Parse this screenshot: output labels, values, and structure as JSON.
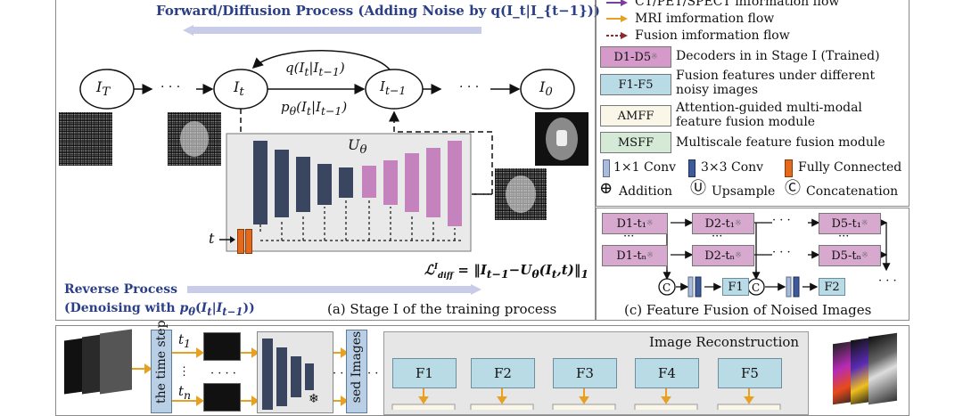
{
  "stage1": {
    "forward_title": "Forward/Diffusion Process (Adding Noise by q(I_t|I_{t−1}))",
    "nodes": {
      "IT": "I_T",
      "It": "I_t",
      "It1": "I_{t−1}",
      "I0": "I_0"
    },
    "dots": "· · ·",
    "q_label": "q(I_t|I_{t−1})",
    "p_label": "p_θ(I_t|I_{t−1})",
    "u_label": "U_θ",
    "t_label": "t",
    "loss": "L^I_diff = ‖I_{t−1} − U_θ(I_t, t)‖₁",
    "reverse_title": "Reverse Process",
    "reverse_sub": "(Denoising with p_θ(I_t|I_{t−1}))",
    "caption": "(a) Stage I of the training process"
  },
  "legend": {
    "flow1": "CT/PET/SPECT information flow",
    "flow2": "MRI imformation flow",
    "flow3": "Fusion imformation flow",
    "items": [
      {
        "box": "D1-D5",
        "sup": "※",
        "text": "Decoders in in Stage I  (Trained)",
        "color": "#d59ac9"
      },
      {
        "box": "F1-F5",
        "sup": "",
        "text": "Fusion features under different noisy images",
        "color": "#b9dbe6"
      },
      {
        "box": "AMFF",
        "sup": "",
        "text": "Attention-guided multi-modal feature fusion module",
        "color": "#faf6e8"
      },
      {
        "box": "MSFF",
        "sup": "",
        "text": "Multiscale feature fusion module",
        "color": "#d4ead7"
      }
    ],
    "conv1": "1×1 Conv",
    "conv3": "3×3 Conv",
    "fc": "Fully Connected",
    "addition": "Addition",
    "upsample": "Upsample",
    "concat": "Concatenation"
  },
  "panel_c": {
    "boxes_top": [
      "D1-t₁",
      "D2-t₁",
      "D5-t₁"
    ],
    "boxes_bot": [
      "D1-tₙ",
      "D2-tₙ",
      "D5-tₙ"
    ],
    "sup": "※",
    "vdots": "···",
    "hdots": "· · ·",
    "f1": "F1",
    "f2": "F2",
    "caption": "(c) Feature Fusion of Noised Images"
  },
  "bottom": {
    "time_step": "the time step",
    "t1": "t₁",
    "tn": "tₙ",
    "noised_images": "sed Images",
    "recon_title": "Image Reconstruction",
    "features": [
      "F1",
      "F2",
      "F3",
      "F4",
      "F5"
    ]
  },
  "colors": {
    "encoder": "#3a4560",
    "decoder": "#c583bd",
    "arrow_purple": "#7a3da0",
    "arrow_orange": "#e7a020",
    "arrow_red": "#8a2b2b",
    "stream": "#c9cce8"
  }
}
